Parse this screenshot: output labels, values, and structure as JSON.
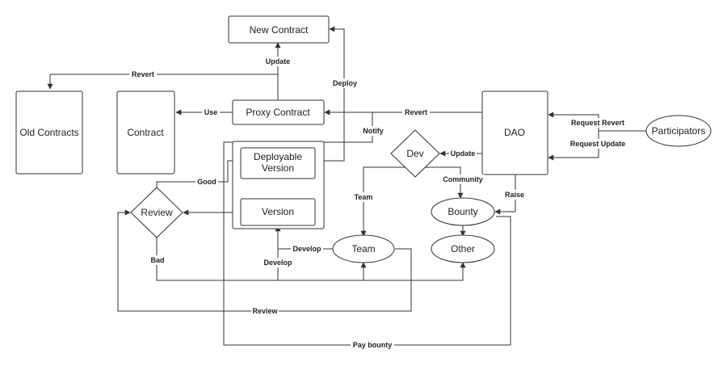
{
  "nodes": {
    "new_contract": "New Contract",
    "old_contracts": "Old Contracts",
    "contract": "Contract",
    "proxy_contract": "Proxy Contract",
    "dao": "DAO",
    "participators": "Participators",
    "deployable_version_line1": "Deployable",
    "deployable_version_line2": "Version",
    "version": "Version",
    "dev": "Dev",
    "review": "Review",
    "team": "Team",
    "bounty": "Bounty",
    "other": "Other"
  },
  "edges": {
    "update": "Update",
    "revert_top": "Revert",
    "use": "Use",
    "deploy": "Deploy",
    "revert_dao": "Revert",
    "notify": "Notify",
    "request_revert": "Request Revert",
    "request_update": "Request Update",
    "dev_update": "Update",
    "community": "Community",
    "raise": "Raise",
    "team": "Team",
    "good": "Good",
    "bad": "Bad",
    "develop_a": "Develop",
    "develop_b": "Develop",
    "review": "Review",
    "pay_bounty": "Pay bounty"
  }
}
